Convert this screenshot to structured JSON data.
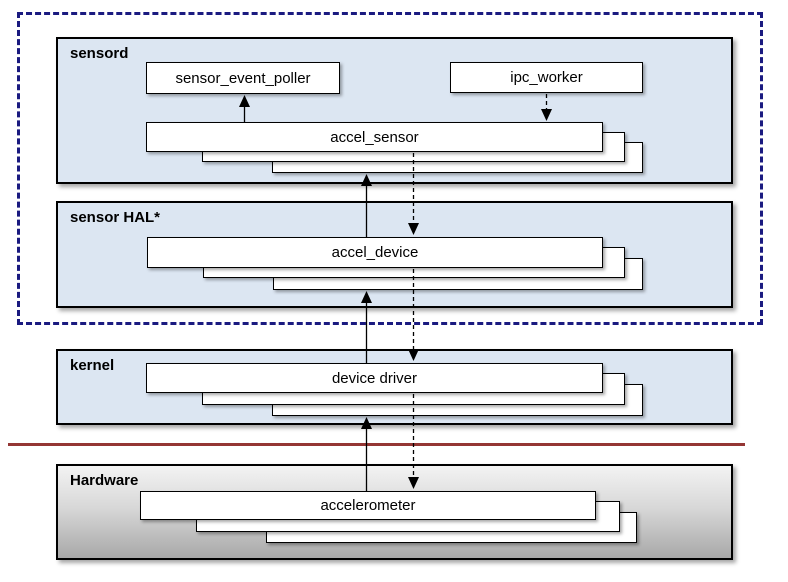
{
  "sections": {
    "sensord": {
      "label": "sensord"
    },
    "sensor_hal": {
      "label": "sensor HAL*"
    },
    "kernel": {
      "label": "kernel"
    },
    "hardware": {
      "label": "Hardware"
    }
  },
  "nodes": {
    "sensor_event_poller": {
      "label": "sensor_event_poller"
    },
    "ipc_worker": {
      "label": "ipc_worker"
    },
    "accel_sensor": {
      "label": "accel_sensor"
    },
    "accel_device": {
      "label": "accel_device"
    },
    "device_driver": {
      "label": "device driver"
    },
    "accelerometer": {
      "label": "accelerometer"
    }
  },
  "edges": [
    {
      "from": "accel_sensor",
      "to": "sensor_event_poller",
      "style": "solid",
      "direction": "up"
    },
    {
      "from": "ipc_worker",
      "to": "accel_sensor",
      "style": "dashed",
      "direction": "down"
    },
    {
      "from": "accel_device",
      "to": "accel_sensor",
      "style": "solid",
      "direction": "up"
    },
    {
      "from": "accel_sensor",
      "to": "accel_device",
      "style": "dashed",
      "direction": "down"
    },
    {
      "from": "device_driver",
      "to": "accel_device",
      "style": "solid",
      "direction": "up"
    },
    {
      "from": "accel_device",
      "to": "device_driver",
      "style": "dashed",
      "direction": "down"
    },
    {
      "from": "accelerometer",
      "to": "device_driver",
      "style": "solid",
      "direction": "up"
    },
    {
      "from": "device_driver",
      "to": "accelerometer",
      "style": "dashed",
      "direction": "down"
    }
  ],
  "colors": {
    "section_fill": "#dce6f2",
    "section_border": "#000000",
    "scope_dash": "#1a1a80",
    "hw_boundary_line": "#943634",
    "node_fill": "#ffffff",
    "node_border": "#000000",
    "hardware_fill_top": "#f3f3f3",
    "hardware_fill_bottom": "#a8a8a8"
  }
}
